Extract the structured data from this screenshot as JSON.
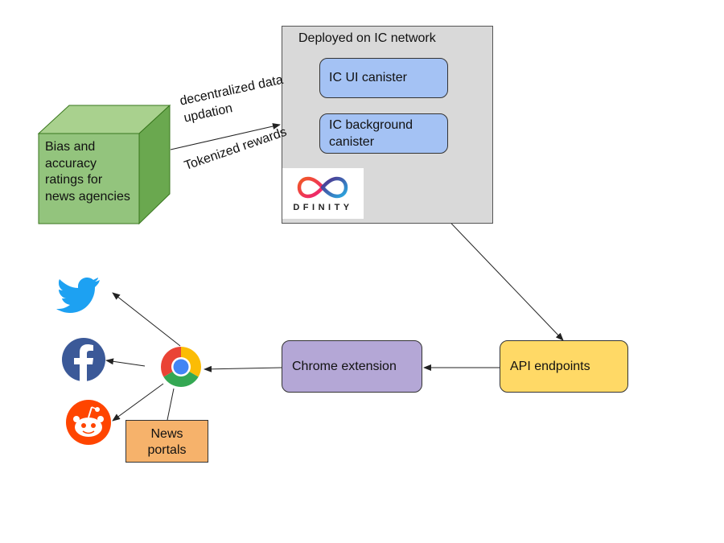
{
  "ic_network": {
    "title": "Deployed on IC network",
    "ui_canister": "IC UI canister",
    "background_canister": "IC background canister",
    "logo_text": "DFINITY"
  },
  "ratings_store": {
    "label": "Bias and accuracy ratings for news agencies",
    "color": "#93c47d"
  },
  "edges": {
    "data_update_label_line1": "decentralized data",
    "data_update_label_line2": "updation",
    "rewards_label": "Tokenized rewards"
  },
  "nodes": {
    "chrome_extension": "Chrome extension",
    "api_endpoints": "API endpoints",
    "news_portals": "News portals"
  },
  "icons": {
    "twitter": "twitter-icon",
    "facebook": "facebook-icon",
    "reddit": "reddit-icon",
    "chrome": "chrome-icon"
  },
  "colors": {
    "ic_box": "#d9d9d9",
    "canister": "#a4c2f4",
    "chrome_extension": "#b4a7d6",
    "api": "#ffd966",
    "news_portals": "#f6b26b"
  }
}
